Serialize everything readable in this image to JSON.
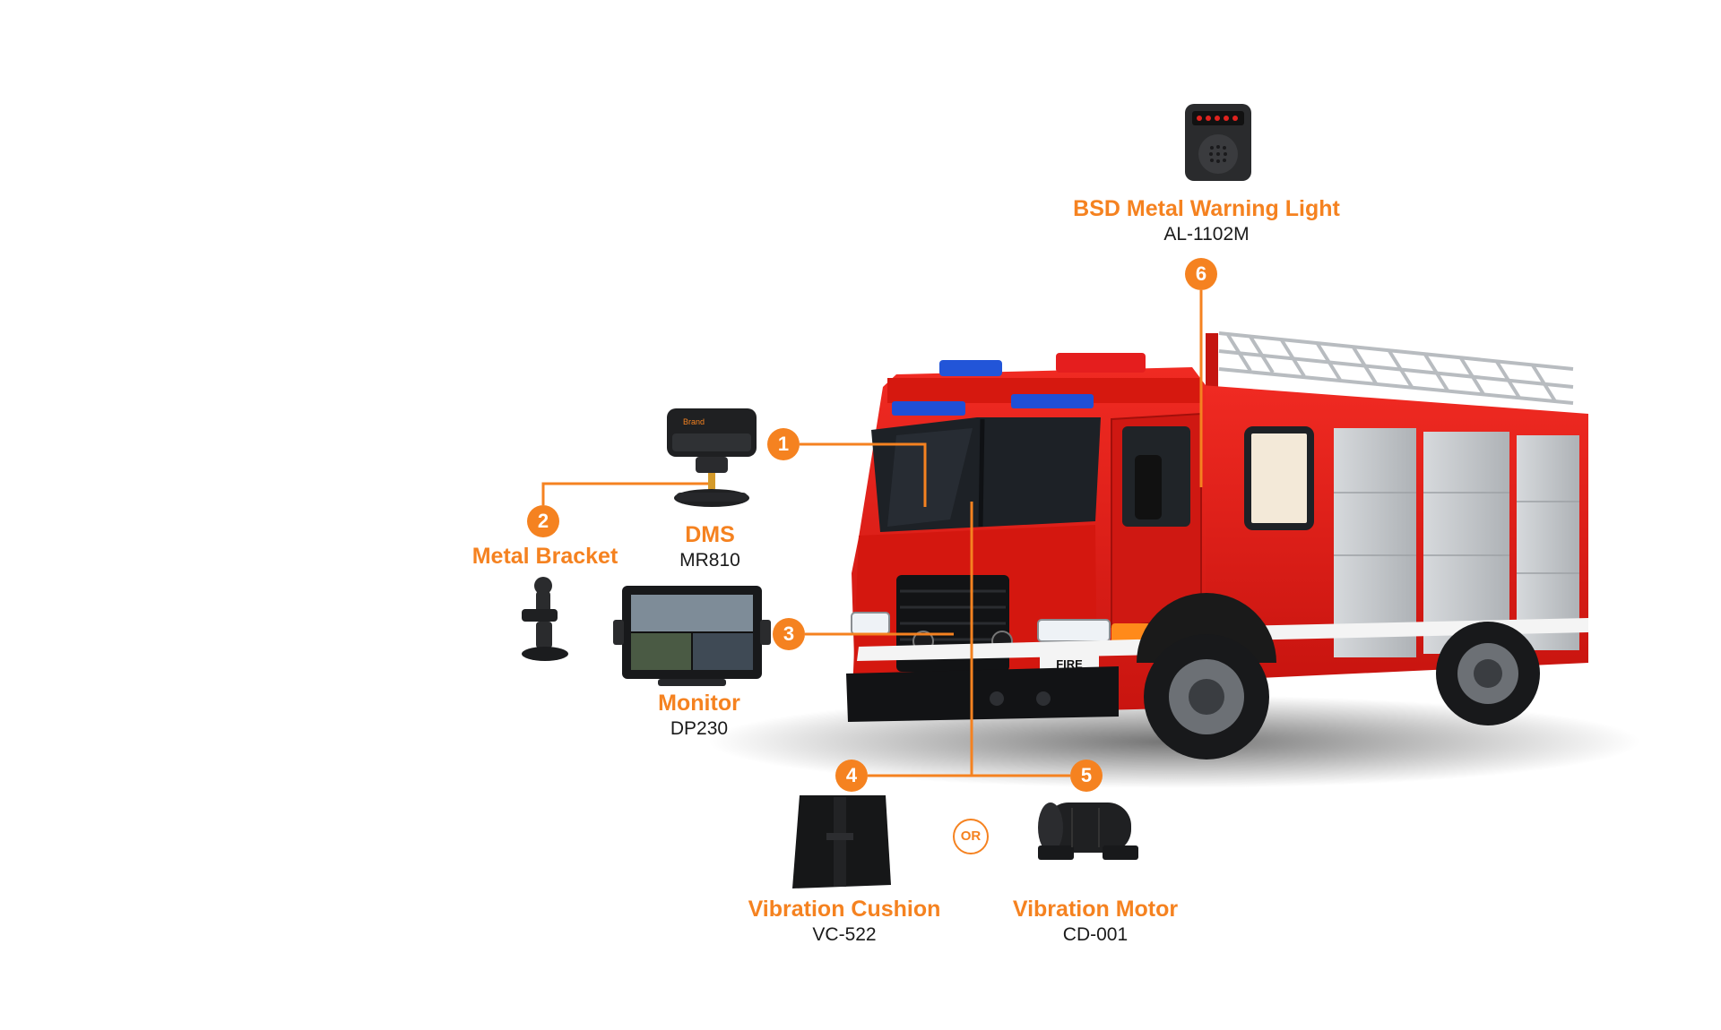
{
  "colors": {
    "accent": "#f58220",
    "truck_red": "#e0201c",
    "truck_dark": "#1c1c1e",
    "metal": "#c9ccd0",
    "device_black": "#1b1b1b"
  },
  "components": [
    {
      "id": "1",
      "name": "DMS",
      "model": "MR810",
      "icon": "dms-camera-icon"
    },
    {
      "id": "2",
      "name": "Metal Bracket",
      "model": "",
      "icon": "metal-bracket-icon"
    },
    {
      "id": "3",
      "name": "Monitor",
      "model": "DP230",
      "icon": "monitor-icon"
    },
    {
      "id": "4",
      "name": "Vibration Cushion",
      "model": "VC-522",
      "icon": "vibration-cushion-icon"
    },
    {
      "id": "5",
      "name": "Vibration Motor",
      "model": "CD-001",
      "icon": "vibration-motor-icon"
    },
    {
      "id": "6",
      "name": "BSD Metal Warning Light",
      "model": "AL-1102M",
      "icon": "warning-light-icon"
    }
  ],
  "or_label": "OR",
  "truck": {
    "icon": "fire-truck-icon",
    "grille_text": "FIRE"
  }
}
